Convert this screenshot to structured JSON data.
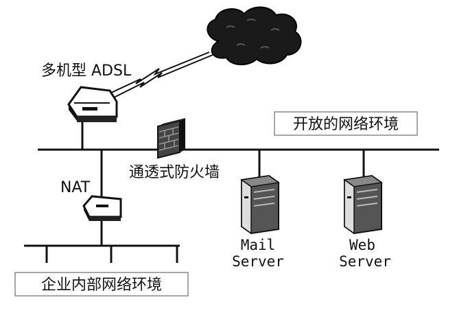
{
  "diagram": {
    "adsl_label": "多机型 ADSL",
    "open_network_label": "开放的网络环境",
    "firewall_label": "通透式防火墙",
    "nat_label": "NAT",
    "internal_network_label": "企业内部网络环境",
    "mail_server_label": [
      "Mail",
      "Server"
    ],
    "web_server_label": [
      "Web",
      "Server"
    ],
    "icons": [
      "cloud-icon",
      "adsl-router-icon",
      "firewall-icon",
      "nat-device-icon",
      "mail-server-icon",
      "web-server-icon",
      "lightning-link-icon"
    ]
  }
}
